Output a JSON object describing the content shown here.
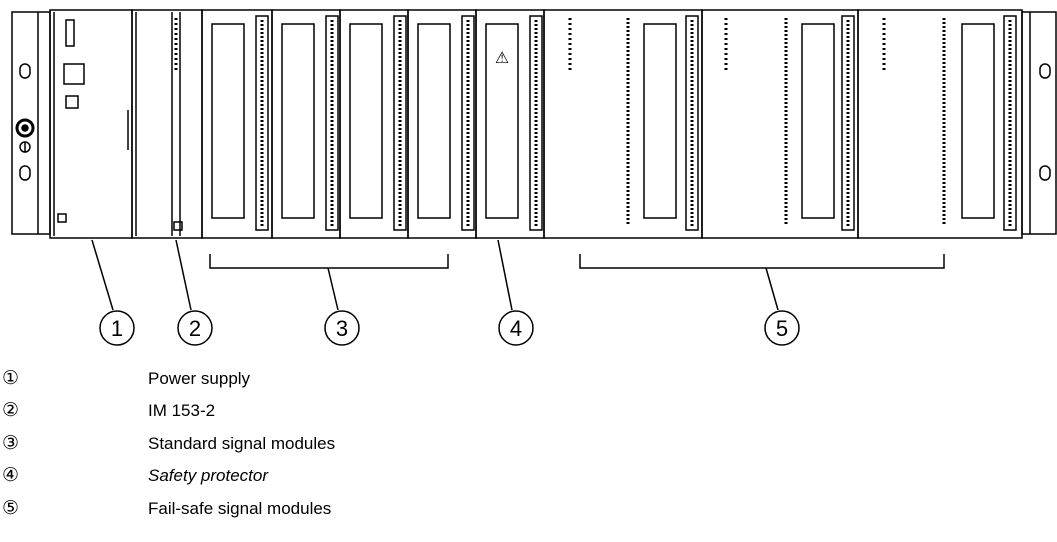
{
  "diagram": {
    "callouts": [
      "1",
      "2",
      "3",
      "4",
      "5"
    ],
    "warning_symbol": "⚠"
  },
  "legend": [
    {
      "marker": "①",
      "text": "Power supply",
      "italic": false
    },
    {
      "marker": "②",
      "text": "IM 153-2",
      "italic": false
    },
    {
      "marker": "③",
      "text": "Standard signal modules",
      "italic": false
    },
    {
      "marker": "④",
      "text": "Safety protector",
      "italic": true
    },
    {
      "marker": "⑤",
      "text": "Fail-safe signal modules",
      "italic": false
    }
  ],
  "icons": {
    "power_socket": "socket-icon",
    "ground": "ground-icon",
    "warning": "warning-triangle-icon"
  }
}
